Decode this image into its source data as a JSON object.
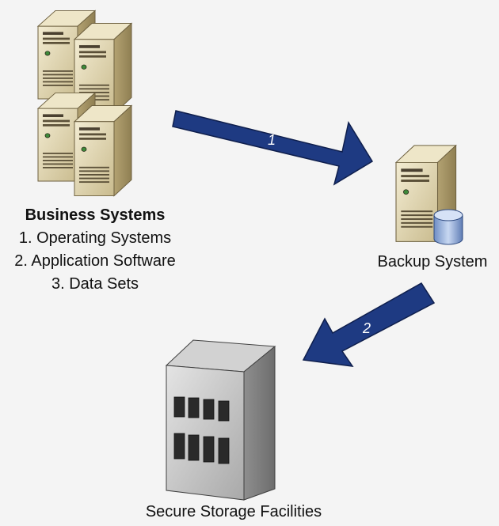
{
  "nodes": {
    "business_systems": {
      "title": "Business Systems",
      "items": [
        "1. Operating Systems",
        "2. Application Software",
        "3. Data Sets"
      ],
      "icon": "server-cluster-icon"
    },
    "backup_system": {
      "label": "Backup System",
      "icon": "backup-server-icon"
    },
    "secure_storage": {
      "label": "Secure Storage Facilities",
      "icon": "storage-building-icon"
    }
  },
  "arrows": [
    {
      "label": "1",
      "from": "Business Systems",
      "to": "Backup System"
    },
    {
      "label": "2",
      "from": "Backup System",
      "to": "Secure Storage Facilities"
    }
  ],
  "colors": {
    "background": "#f4f4f4",
    "arrow_fill": "#1e3a82",
    "server_body": "#d9cda4",
    "building_body": "#b9b9b9"
  }
}
